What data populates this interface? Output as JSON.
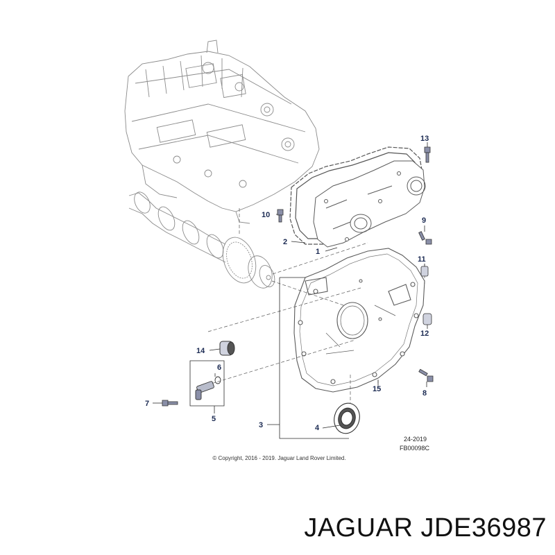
{
  "callouts": {
    "c1": "1",
    "c2": "2",
    "c3": "3",
    "c4": "4",
    "c5": "5",
    "c6": "6",
    "c7": "7",
    "c8": "8",
    "c9": "9",
    "c10": "10",
    "c11": "11",
    "c12": "12",
    "c13": "13",
    "c14": "14",
    "c15": "15"
  },
  "drawing": {
    "date_code": "24-2019",
    "figure_code": "FB00098C",
    "copyright": "© Copyright, 2016 - 2019. Jaguar Land Rover Limited."
  },
  "caption": {
    "brand": "JAGUAR",
    "part_number": "JDE36987"
  },
  "colors": {
    "line_art": "#6e6e6e",
    "leader": "#2a2a2a",
    "callout_text": "#1b2a52",
    "bolt_fill": "#8a8fa8"
  }
}
